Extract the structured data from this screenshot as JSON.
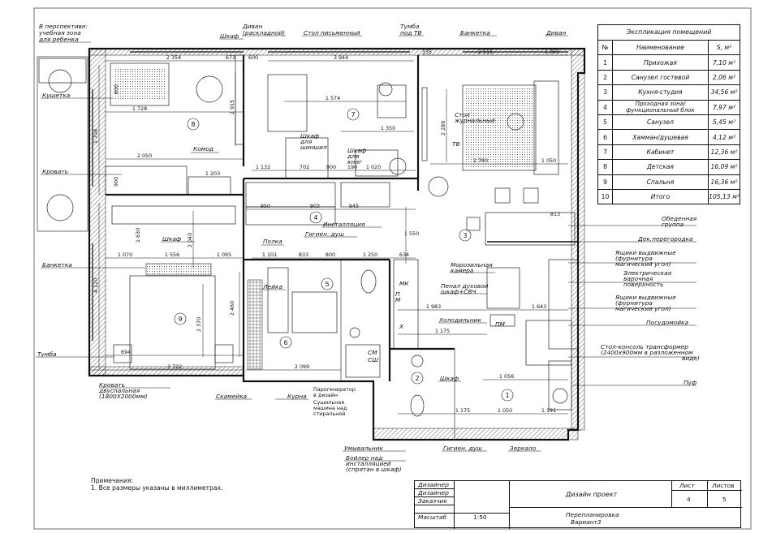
{
  "explication": {
    "title": "Экспликация помещений",
    "headers": [
      "№",
      "Наименование",
      "S, м²"
    ],
    "rows": [
      [
        "1",
        "Прихожая",
        "7,10 м²"
      ],
      [
        "2",
        "Санузел гостевой",
        "2,06 м²"
      ],
      [
        "3",
        "Кухня-студия",
        "34,56 м²"
      ],
      [
        "4",
        "Проходная зона/ функциональный блок",
        "7,97 м²"
      ],
      [
        "5",
        "Санузел",
        "5,45 м²"
      ],
      [
        "6",
        "Хамман/душевая",
        "4,12 м²"
      ],
      [
        "7",
        "Кабинет",
        "12,36 м²"
      ],
      [
        "8",
        "Детская",
        "16,09 м²"
      ],
      [
        "9",
        "Спальня",
        "16,36 м²"
      ],
      [
        "10",
        "Итого",
        "105,13 м²"
      ]
    ]
  },
  "title_block": {
    "roles": [
      "Дизайнер",
      "Дизайнер",
      "Заказчик"
    ],
    "scale_label": "Масштаб",
    "scale_value": "1:50",
    "project": "Дизайн проект",
    "sheet_label": "Лист",
    "sheets_label": "Листов",
    "sheet": "4",
    "sheets": "5",
    "drawing_title": "Перепланировка",
    "variant": "Вариант3"
  },
  "notes": {
    "title": "Примечания:",
    "line1": "1. Все размеры указаны в миллиметрах."
  },
  "labels": {
    "persp1": "В перспективе:",
    "persp2": "учебная зона",
    "persp3": "для ребенка",
    "kushetka": "Кушетка",
    "krovat": "Кровать",
    "banketka_left": "Банкетка",
    "tumba": "Тумба",
    "krovat2_1": "Кровать",
    "krovat2_2": "двуспальная",
    "krovat2_3": "(1800Х2000мм)",
    "skameyka": "Скамейка",
    "kurna": "Курна",
    "shkaf_top": "Шкаф",
    "divan_r1": "Диван",
    "divan_r2": "(раскладной)",
    "stol_pis": "Стол письменный",
    "tumba_tv1": "Тумба",
    "tumba_tv2": "под ТВ",
    "banketka_top": "Банкетка",
    "divan_top": "Диван",
    "komod": "Комод",
    "shkaf_shinsh1": "Шкаф",
    "shkaf_shinsh2": "для",
    "shkaf_shinsh3": "шиншил",
    "shkaf_knig1": "Шкаф",
    "shkaf_knig2": "для",
    "shkaf_knig3": "книг",
    "stol_zhurn1": "Стол",
    "stol_zhurn2": "журнальный",
    "tv": "ТВ",
    "shkaf_mid": "Шкаф",
    "polka": "Полка",
    "gigien_dush": "Гигиен. душ",
    "installyatsiya": "Инсталляция",
    "leyka": "Лейка",
    "obed1": "Обеденная",
    "obed2": "группа",
    "dek": "Дек.перегородка",
    "yash1_1": "Ящики выдвижные",
    "yash1_2": "(фурнитура",
    "yash1_3": "магический угол)",
    "elektr1": "Электрическая",
    "elektr2": "варочная",
    "elektr3": "поверхность",
    "yash2_1": "Ящики выдвижные",
    "yash2_2": "(фурнитура",
    "yash2_3": "магический угол)",
    "moroz1": "Морозильная",
    "moroz2": "камера",
    "penal1": "Пенал духовой",
    "penal2": "шкаф+СВЧ",
    "holod": "Холодильник",
    "posud": "Посудомойка",
    "stol_kons1": "Стол-консоль трансформер",
    "stol_kons2": "(2400х900мм в разложенном",
    "stol_kons3": "виде)",
    "puf": "Пуф",
    "shkaf_bottom": "Шкаф",
    "umyv": "Умывальник",
    "boyler1": "Бойлер над",
    "boyler2": "инсталляцией",
    "boyler3": "(спрятан в шкаф)",
    "gigien2": "Гигиен. душ",
    "zerkalo": "Зеркало",
    "parog1": "Парогенератор",
    "parog2": "в дизайн",
    "sush1": "Сушильная",
    "sush2": "машина над",
    "sush3": "стиральной",
    "pm": "ПМ",
    "mk": "МК",
    "x": "Х",
    "sm1": "СМ",
    "sm2": "СШ",
    "p": "П",
    "m": "М"
  },
  "room_numbers": [
    "1",
    "2",
    "3",
    "4",
    "5",
    "6",
    "7",
    "8",
    "9"
  ],
  "dims": [
    "2 354",
    "673",
    "600",
    "3 944",
    "335",
    "2 515",
    "1 050",
    "1 728",
    "2 050",
    "1 203",
    "1 132",
    "702",
    "900",
    "190",
    "1 020",
    "1 574",
    "1 350",
    "2 760",
    "1 050",
    "950",
    "903",
    "945",
    "1 550",
    "1 101",
    "833",
    "800",
    "1 250",
    "634",
    "1 070",
    "1 556",
    "1 095",
    "1 983",
    "1 643",
    "1 175",
    "694",
    "3 722",
    "2 099",
    "1 056",
    "1 175",
    "1 050",
    "1 191",
    "2 460",
    "2 370",
    "2 040",
    "2 915",
    "1 630",
    "1 708",
    "800",
    "900",
    "2 289",
    "4 120",
    "813"
  ]
}
